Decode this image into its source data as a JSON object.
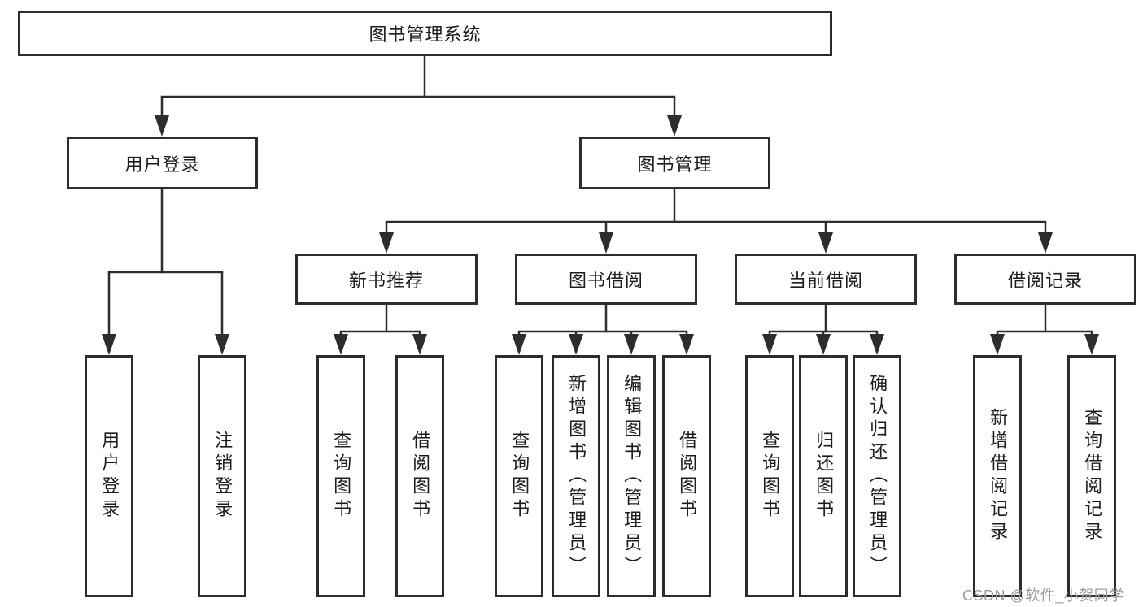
{
  "diagram_type": "tree-diagram",
  "colors": {
    "line": "#2d2d2d",
    "box_border": "#2d2d2d",
    "text": "#1c1c1c",
    "watermark": "#9c9c9c",
    "background": "#ffffff"
  },
  "tree": {
    "root": {
      "label": "图书管理系统"
    },
    "branches": [
      {
        "label": "用户登录",
        "children": [
          {
            "label": "用户登录"
          },
          {
            "label": "注销登录"
          }
        ]
      },
      {
        "label": "图书管理",
        "children": [
          {
            "label": "新书推荐",
            "children": [
              {
                "label": "查询图书"
              },
              {
                "label": "借阅图书"
              }
            ]
          },
          {
            "label": "图书借阅",
            "children": [
              {
                "label": "查询图书"
              },
              {
                "label": "新增图书（管理员）"
              },
              {
                "label": "编辑图书（管理员）"
              },
              {
                "label": "借阅图书"
              }
            ]
          },
          {
            "label": "当前借阅",
            "children": [
              {
                "label": "查询图书"
              },
              {
                "label": "归还图书"
              },
              {
                "label": "确认归还（管理员）"
              }
            ]
          },
          {
            "label": "借阅记录",
            "children": [
              {
                "label": "新增借阅记录"
              },
              {
                "label": "查询借阅记录"
              }
            ]
          }
        ]
      }
    ]
  },
  "watermark": {
    "text": "CSDN @软件_小贺同学"
  }
}
